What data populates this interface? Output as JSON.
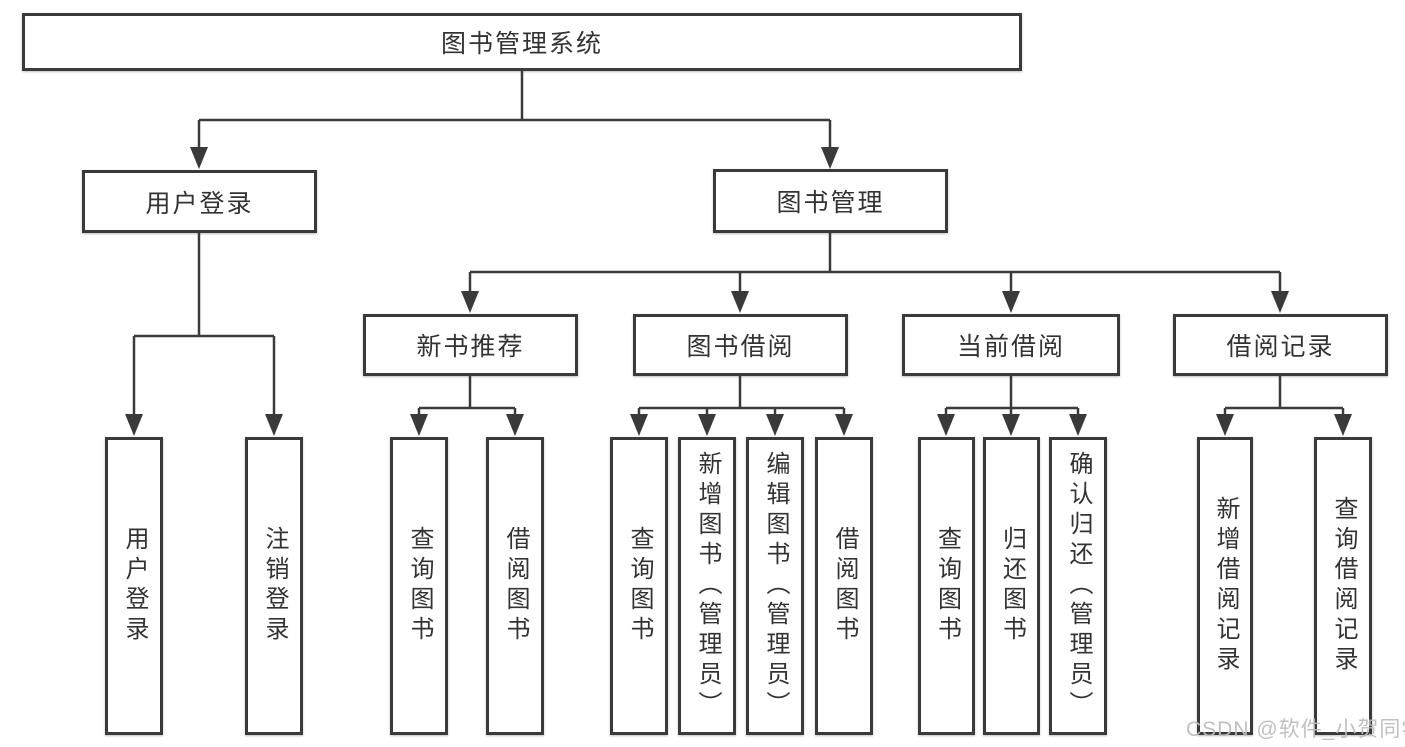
{
  "diagram": {
    "type": "hierarchy-tree",
    "root": {
      "label": "图书管理系统",
      "children": [
        {
          "label": "用户登录",
          "children": [
            {
              "label": "用户登录"
            },
            {
              "label": "注销登录"
            }
          ]
        },
        {
          "label": "图书管理",
          "children": [
            {
              "label": "新书推荐",
              "children": [
                {
                  "label": "查询图书"
                },
                {
                  "label": "借阅图书"
                }
              ]
            },
            {
              "label": "图书借阅",
              "children": [
                {
                  "label": "查询图书"
                },
                {
                  "label": "新增图书（管理员）"
                },
                {
                  "label": "编辑图书（管理员）"
                },
                {
                  "label": "借阅图书"
                }
              ]
            },
            {
              "label": "当前借阅",
              "children": [
                {
                  "label": "查询图书"
                },
                {
                  "label": "归还图书"
                },
                {
                  "label": "确认归还（管理员）"
                }
              ]
            },
            {
              "label": "借阅记录",
              "children": [
                {
                  "label": "新增借阅记录"
                },
                {
                  "label": "查询借阅记录"
                }
              ]
            }
          ]
        }
      ]
    }
  },
  "watermark": {
    "text": "CSDN @软件_小贺同学"
  },
  "colors": {
    "line": "#3a3a3a",
    "text": "#333333",
    "background": "#ffffff",
    "box_fill": "#ffffff",
    "watermark": "#bdbdbd"
  }
}
